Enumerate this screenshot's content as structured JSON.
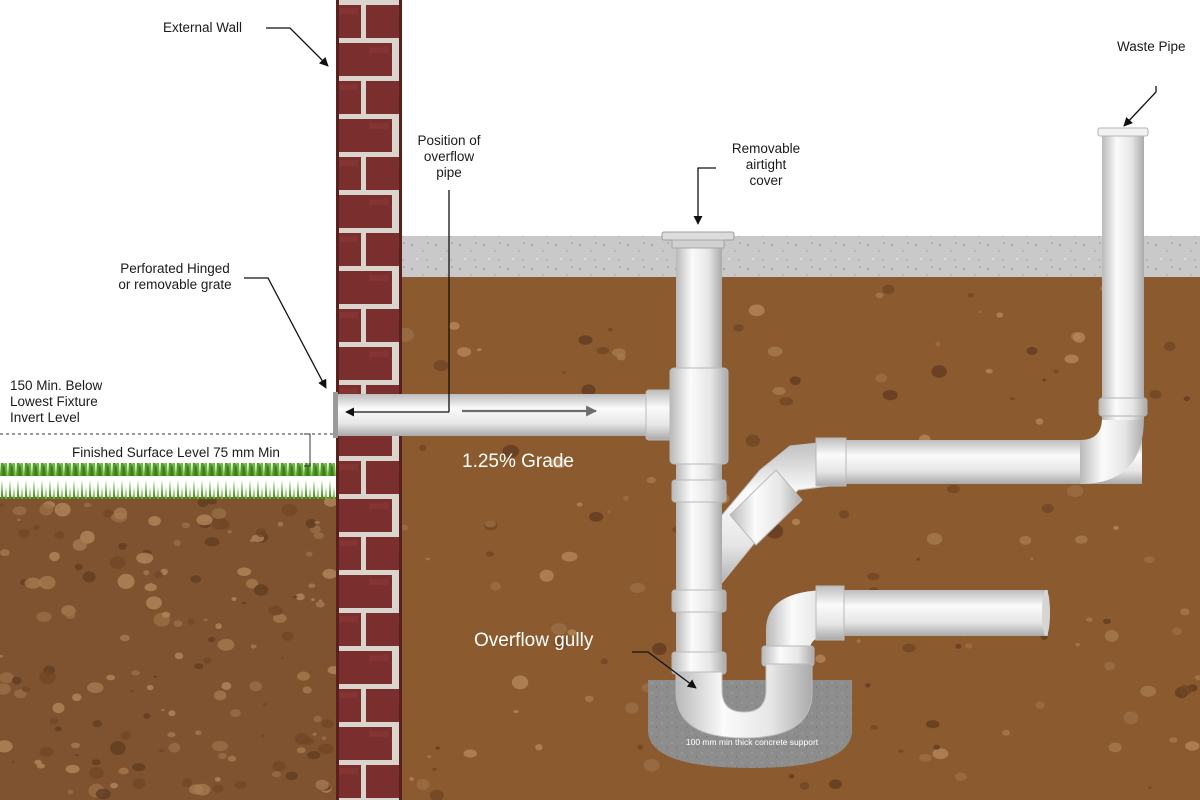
{
  "labels": {
    "external_wall": "External Wall",
    "overflow_pipe_position": [
      "Position of",
      "overflow",
      "pipe"
    ],
    "airtight_cover": [
      "Removable",
      "airtight",
      "cover"
    ],
    "waste_pipe": "Waste Pipe",
    "grate": [
      "Perforated Hinged",
      "or removable grate"
    ],
    "invert_level": [
      "150 Min. Below",
      "Lowest Fixture",
      "Invert Level"
    ],
    "finished_surface": "Finished Surface Level 75 mm Min",
    "grade": "1.25% Grade",
    "overflow_gully": "Overflow gully",
    "concrete_support": "100 mm min thick concrete support"
  },
  "colors": {
    "soil": "#8b5a2e",
    "brick": "#7a2e2e",
    "mortar": "#d9d4cc",
    "pipe": "#eeeeee",
    "concrete_slab": "#c9c9c9",
    "grass": "#4f9a26",
    "concrete_support": "#8d8d8d"
  }
}
